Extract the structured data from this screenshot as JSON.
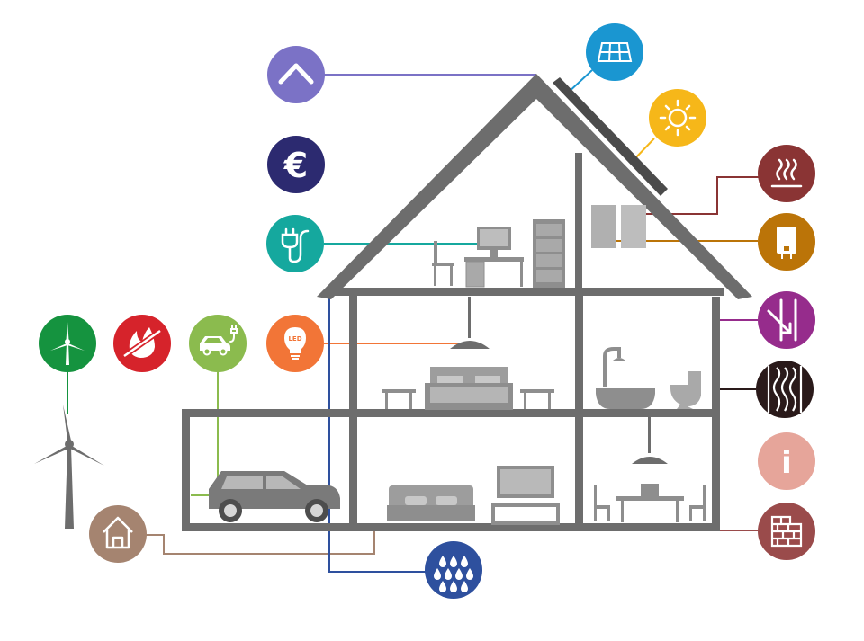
{
  "colors": {
    "house": "#6d6d6d",
    "furniture": "#8e8e8e",
    "furniture_light": "#a9a9a9",
    "roof_panels": "#4b4b4b"
  },
  "hotspots": [
    {
      "id": "roof-insulation",
      "icon": "chevron-up-icon",
      "color": "#7b72c6",
      "text": ""
    },
    {
      "id": "solar-panel",
      "icon": "solar-panel-icon",
      "color": "#1a96d1",
      "text": ""
    },
    {
      "id": "sun",
      "icon": "sun-icon",
      "color": "#f6b719",
      "text": ""
    },
    {
      "id": "euro",
      "icon": "euro-icon",
      "color": "#2c2a70",
      "text": "€"
    },
    {
      "id": "heating",
      "icon": "heating-icon",
      "color": "#8a3434",
      "text": ""
    },
    {
      "id": "electricity",
      "icon": "plug-icon",
      "color": "#15a89e",
      "text": ""
    },
    {
      "id": "boiler",
      "icon": "boiler-icon",
      "color": "#bb7408",
      "text": ""
    },
    {
      "id": "wind-energy",
      "icon": "wind-turbine-icon",
      "color": "#15933f",
      "text": ""
    },
    {
      "id": "no-gas",
      "icon": "no-fire-icon",
      "color": "#d6232b",
      "text": ""
    },
    {
      "id": "ev-charging",
      "icon": "ev-charger-icon",
      "color": "#8bbb4e",
      "text": ""
    },
    {
      "id": "led-lighting",
      "icon": "led-bulb-icon",
      "color": "#f27537",
      "text": "LED"
    },
    {
      "id": "ventilation",
      "icon": "ventilation-icon",
      "color": "#962c8c",
      "text": ""
    },
    {
      "id": "wall-insulation",
      "icon": "wall-insulation-icon",
      "color": "#2a1a1a",
      "text": ""
    },
    {
      "id": "info",
      "icon": "info-icon",
      "color": "#e6a59a",
      "text": "i"
    },
    {
      "id": "facade",
      "icon": "brick-wall-icon",
      "color": "#9a4b4b",
      "text": ""
    },
    {
      "id": "floor-insulation",
      "icon": "house-icon",
      "color": "#a58470",
      "text": ""
    },
    {
      "id": "water",
      "icon": "water-drops-icon",
      "color": "#2e509e",
      "text": ""
    }
  ]
}
